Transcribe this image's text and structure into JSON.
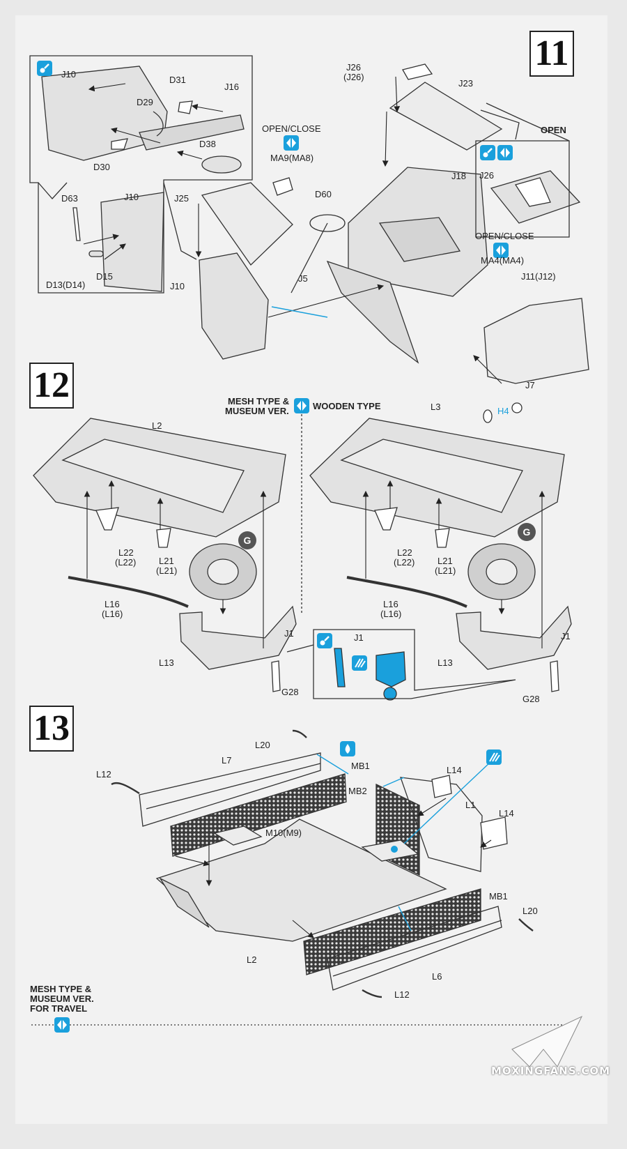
{
  "steps": {
    "s11": "11",
    "s12": "12",
    "s13": "13"
  },
  "step11": {
    "open_close_1": "OPEN/CLOSE",
    "open_close_2": "OPEN/CLOSE",
    "open": "OPEN",
    "parts": {
      "J10_a": "J10",
      "D31": "D31",
      "J16": "J16",
      "D29": "D29",
      "D38": "D38",
      "D30": "D30",
      "D63": "D63",
      "J10_b": "J10",
      "D13": "D13(D14)",
      "D15": "D15",
      "J10_c": "J10",
      "J25": "J25",
      "MA9": "MA9(MA8)",
      "D60": "D60",
      "J5": "J5",
      "J26_top": "J26",
      "J26_paren": "(J26)",
      "J23": "J23",
      "J18": "J18",
      "J26_box": "J26",
      "MA4": "MA4(MA4)",
      "J11": "J11(J12)",
      "J7": "J7",
      "H4": "H4"
    }
  },
  "step12": {
    "mesh_type": "MESH TYPE &",
    "museum_ver": "MUSEUM VER.",
    "wooden_type": "WOODEN TYPE",
    "parts": {
      "L2": "L2",
      "L22_l": "L22",
      "L22_lp": "(L22)",
      "L21_l": "L21",
      "L21_lp": "(L21)",
      "L16_l": "L16",
      "L16_lp": "(L16)",
      "G_l": "G",
      "L13_l": "L13",
      "J1_l": "J1",
      "G28_l": "G28",
      "J1_detail": "J1",
      "L3": "L3",
      "L22_r": "L22",
      "L22_rp": "(L22)",
      "L21_r": "L21",
      "L21_rp": "(L21)",
      "L16_r": "L16",
      "L16_rp": "(L16)",
      "G_r": "G",
      "L13_r": "L13",
      "J1_r": "J1",
      "G28_r": "G28"
    }
  },
  "step13": {
    "parts": {
      "L20_top": "L20",
      "L7": "L7",
      "MB1_top": "MB1",
      "L12_left": "L12",
      "MB2": "MB2",
      "L14_top": "L14",
      "L1": "L1",
      "L14_right": "L14",
      "M10": "M10(M9)",
      "MB1_bottom": "MB1",
      "L20_bottom": "L20",
      "L2": "L2",
      "L6": "L6",
      "L12_bottom": "L12"
    },
    "footer_line1": "MESH TYPE &",
    "footer_line2": "MUSEUM VER.",
    "footer_line3": "FOR TRAVEL"
  },
  "watermark": "MOXINGFANS.COM",
  "colors": {
    "accent": "#1aa0dc",
    "ink": "#222222",
    "part_fill": "#e2e2e2",
    "mesh": "#555555"
  }
}
